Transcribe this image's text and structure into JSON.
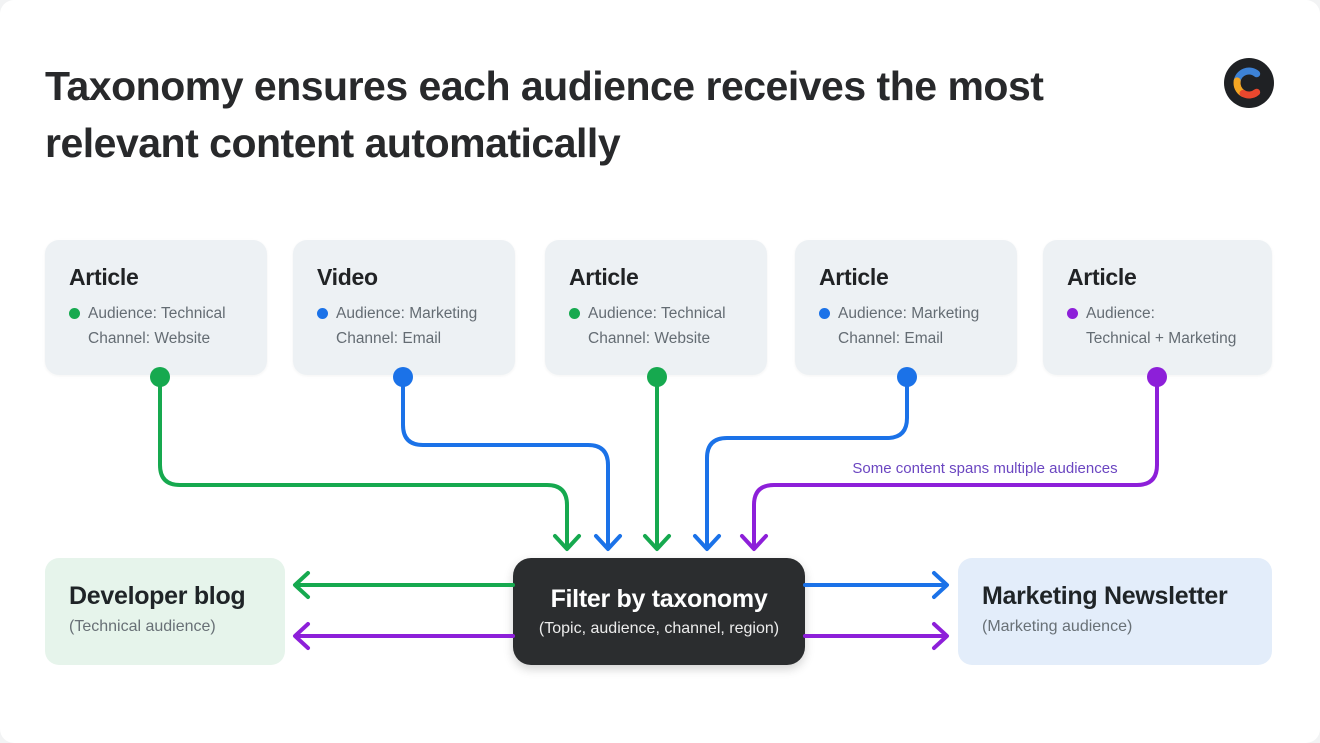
{
  "page": {
    "title": "Taxonomy ensures each audience receives the most relevant content automatically",
    "logo_icon": "contentful-c-logo"
  },
  "colors": {
    "green": "#16a94f",
    "blue": "#1b72e8",
    "purple": "#8d1fd9",
    "annotation_purple": "#6b46c1",
    "card_bg": "#edf1f4",
    "filter_box_bg": "#2b2d2f",
    "developer_blog_bg": "#e6f4eb",
    "marketing_newsletter_bg": "#e3edfa",
    "title_text": "#28292b"
  },
  "cards": [
    {
      "title": "Article",
      "dot": "green",
      "line1": "Audience: Technical",
      "line2": "Channel: Website"
    },
    {
      "title": "Video",
      "dot": "blue",
      "line1": "Audience: Marketing",
      "line2": "Channel: Email"
    },
    {
      "title": "Article",
      "dot": "green",
      "line1": "Audience: Technical",
      "line2": "Channel: Website"
    },
    {
      "title": "Article",
      "dot": "blue",
      "line1": "Audience: Marketing",
      "line2": "Channel: Email"
    },
    {
      "title": "Article",
      "dot": "purple",
      "line1": "Audience:",
      "line2": "Technical + Marketing"
    }
  ],
  "annotation": "Some content spans multiple audiences",
  "filter_box": {
    "title": "Filter by taxonomy",
    "subtitle": "(Topic, audience, channel, region)"
  },
  "outputs": {
    "left": {
      "title": "Developer blog",
      "subtitle": "(Technical audience)"
    },
    "right": {
      "title": "Marketing Newsletter",
      "subtitle": "(Marketing audience)"
    }
  }
}
